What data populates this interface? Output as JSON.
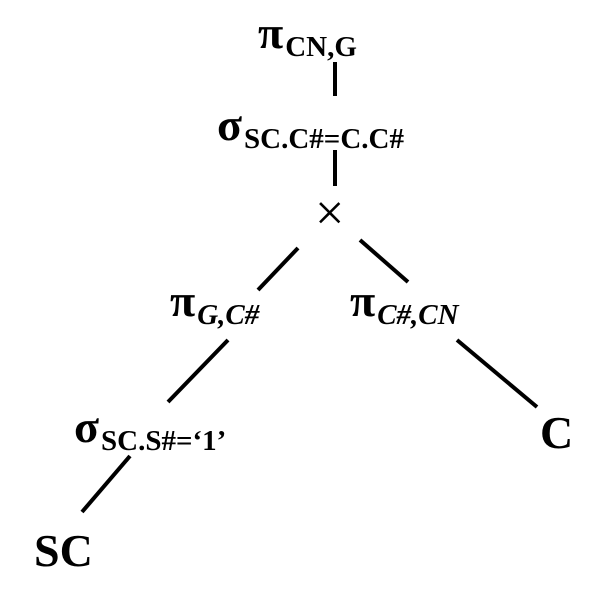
{
  "tree": {
    "root_projection": {
      "symbol": "π",
      "subscript": "CN,G"
    },
    "join_selection": {
      "symbol": "σ",
      "subscript": "SC.C#=C.C#"
    },
    "product": {
      "symbol": "×"
    },
    "left_projection": {
      "symbol": "π",
      "subscript": "G,C#"
    },
    "right_projection": {
      "symbol": "π",
      "subscript": "C#,CN"
    },
    "left_selection": {
      "symbol": "σ",
      "subscript": "SC.S#=‘1’"
    },
    "relation_sc": {
      "label": "SC"
    },
    "relation_c": {
      "label": "C"
    }
  }
}
